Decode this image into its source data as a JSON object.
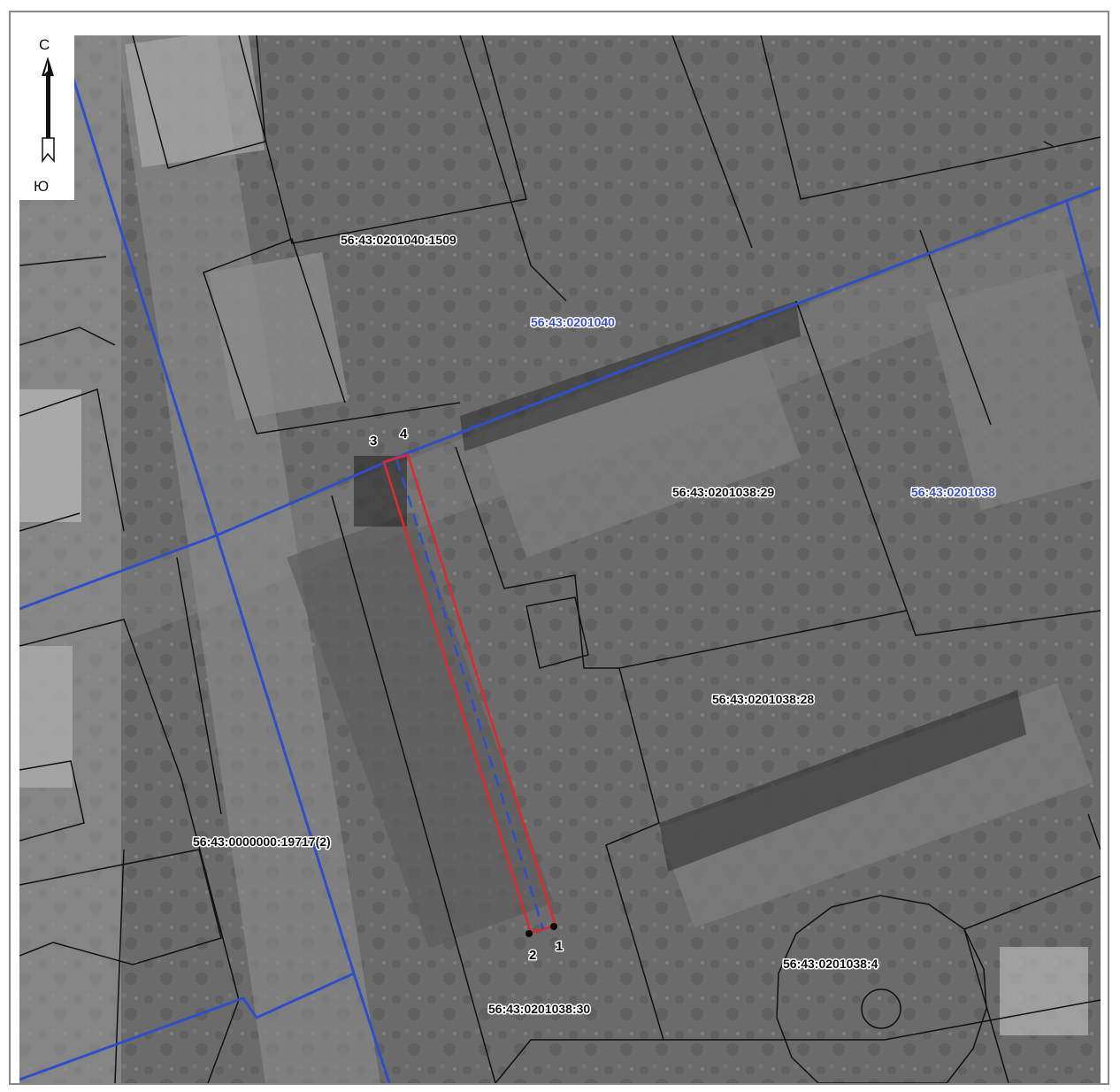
{
  "compass": {
    "north": "С",
    "south": "Ю"
  },
  "quarters": [
    {
      "id": "q1",
      "label": "56:43:0201040"
    },
    {
      "id": "q2",
      "label": "56:43:0201038"
    }
  ],
  "parcels": [
    {
      "id": "p1509",
      "label": "56:43:0201040:1509"
    },
    {
      "id": "p29",
      "label": "56:43:0201038:29"
    },
    {
      "id": "p28",
      "label": "56:43:0201038:28"
    },
    {
      "id": "p19717",
      "label": "56:43:0000000:19717(2)"
    },
    {
      "id": "p30",
      "label": "56:43:0201038:30"
    },
    {
      "id": "p4",
      "label": "56:43:0201038:4"
    }
  ],
  "points": [
    {
      "id": "pt1",
      "label": "1"
    },
    {
      "id": "pt2",
      "label": "2"
    },
    {
      "id": "pt3",
      "label": "3"
    },
    {
      "id": "pt4",
      "label": "4"
    }
  ],
  "colors": {
    "quarter_boundary": "#2f4fc8",
    "parcel_boundary": "#111111",
    "plot_outline": "#e0282e",
    "axis_dashed": "#2f4fc8",
    "imagery_base": "#6e6e6e"
  }
}
